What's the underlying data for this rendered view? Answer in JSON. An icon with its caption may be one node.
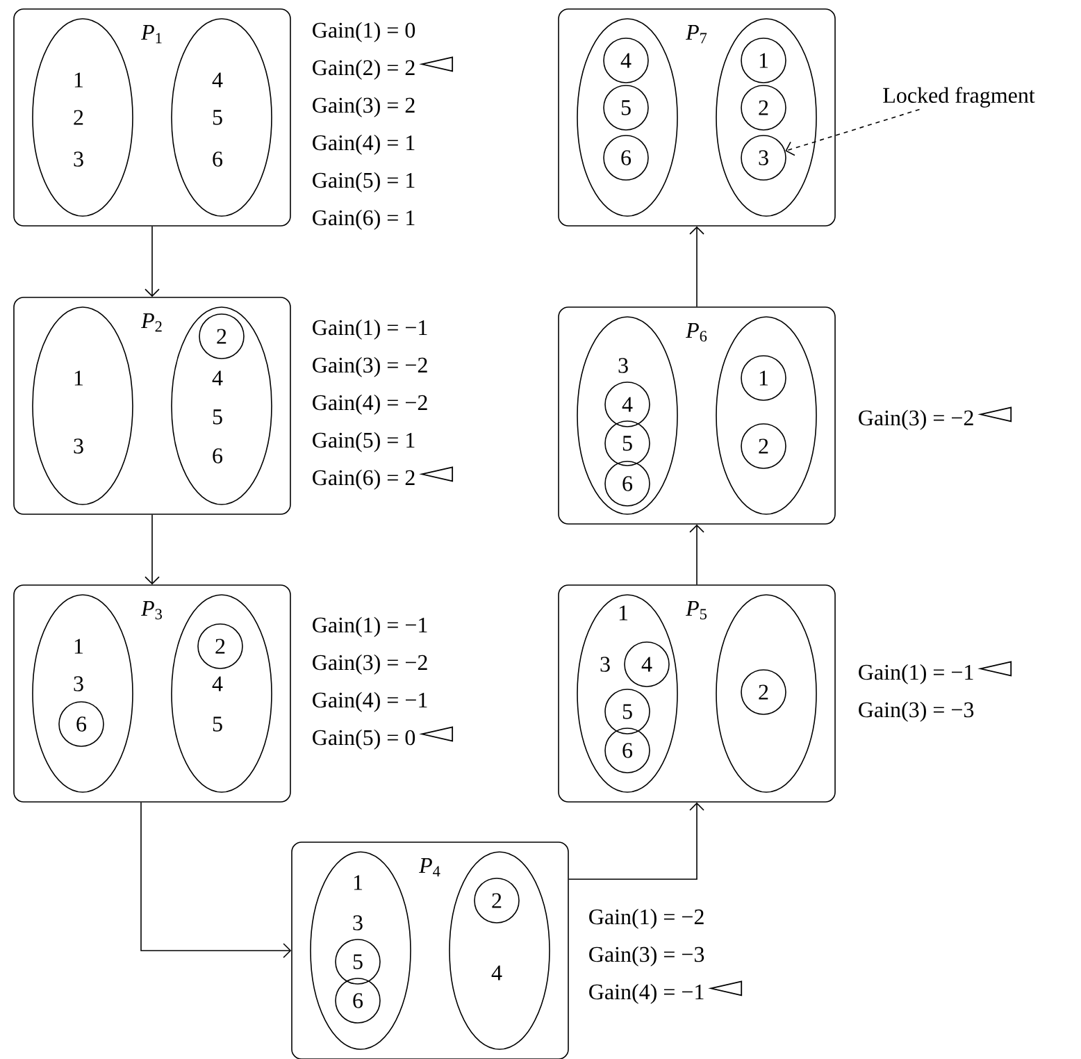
{
  "diagram": {
    "nodes": [
      {
        "text": [
          "*P*$_{1}$"
        ],
        "beside": [
          "Gain(1) = 0",
          "Gain(2) = 2",
          "Gain(3) = 2",
          "Gain(4) = 1",
          "Gain(5) = 1",
          "Gain(6) = 1"
        ]
      },
      {
        "text": [
          "1",
          "2",
          "3"
        ],
        "in": 0
      },
      {
        "text": [
          "4",
          "5",
          "6"
        ],
        "in": 0
      },
      {
        "text": [
          "*P*$_{2}$"
        ],
        "beside": [
          "Gain(1) = −1",
          "Gain(3) = −2",
          "Gain(4) = −2",
          "Gain(5) = 1",
          "Gain(6) = 2"
        ]
      },
      {
        "text": [
          "1",
          "3"
        ],
        "in": 3
      },
      {
        "text": [
          "4",
          "5",
          "6"
        ],
        "in": 3
      },
      {
        "text": [
          "2"
        ],
        "in": 5
      },
      {
        "text": [
          "*P*$_{3}$"
        ],
        "beside": [
          "Gain(1) = −1",
          "Gain(3) = −2",
          "Gain(4) = −1",
          "Gain(5) = 0"
        ]
      },
      {
        "text": [
          "1",
          "3"
        ],
        "in": 7
      },
      {
        "text": [
          "6"
        ],
        "in": 8
      },
      {
        "text": [
          "4",
          "5"
        ],
        "in": 7
      },
      {
        "text": [
          "2"
        ],
        "in": 10
      },
      {
        "text": [
          "*P*$_{4}$"
        ],
        "beside": [
          "Gain(1) = −2",
          "Gain(3) = −3",
          "Gain(4) = −1"
        ]
      },
      {
        "text": [
          "1",
          "3"
        ],
        "in": 12
      },
      {
        "text": [
          "5"
        ],
        "in": 13
      },
      {
        "text": [
          "6"
        ],
        "in": 13
      },
      {
        "text": [
          "4"
        ],
        "in": 12
      },
      {
        "text": [
          "2"
        ],
        "in": 16
      },
      {
        "text": [
          "*P*$_{5}$"
        ],
        "beside": [
          "Gain(1) = −1",
          "Gain(3) = −3"
        ]
      },
      {
        "text": [
          "1",
          "3"
        ],
        "in": 18
      },
      {
        "text": [
          "4"
        ],
        "in": 19
      },
      {
        "text": [
          "5"
        ],
        "in": 19
      },
      {
        "text": [
          "6"
        ],
        "in": 19
      },
      {
        "text": [],
        "shape": "ellipse",
        "in": 18
      },
      {
        "text": [
          "2"
        ],
        "in": 23
      },
      {
        "text": [
          "*P*$_{6}$"
        ],
        "beside": [
          "Gain(3) = −2"
        ]
      },
      {
        "text": [
          "3"
        ],
        "in": 25
      },
      {
        "text": [
          "4"
        ],
        "in": 26
      },
      {
        "text": [
          "5"
        ],
        "in": 26
      },
      {
        "text": [
          "6"
        ],
        "in": 26
      },
      {
        "text": [],
        "shape": "ellipse",
        "in": 25
      },
      {
        "text": [
          "1"
        ],
        "in": 30
      },
      {
        "text": [
          "2"
        ],
        "in": 30
      },
      {
        "text": [
          "*P*$_{7}$"
        ]
      },
      {
        "text": [],
        "shape": "ellipse",
        "in": 33
      },
      {
        "text": [
          "4"
        ],
        "in": 34
      },
      {
        "text": [
          "5"
        ],
        "in": 34
      },
      {
        "text": [
          "6"
        ],
        "in": 34
      },
      {
        "text": [],
        "shape": "ellipse",
        "in": 33
      },
      {
        "text": [
          "1"
        ],
        "in": 38
      },
      {
        "text": [
          "2"
        ],
        "in": 38
      },
      {
        "text": [
          "3"
        ],
        "in": 38
      },
      {
        "text": [
          "Locked fragment"
        ]
      }
    ],
    "edges": [
      {
        "from": 0,
        "to": 3,
        "arrow": "to"
      },
      {
        "from": 3,
        "to": 7,
        "arrow": "to"
      },
      {
        "from": 7,
        "to": 12,
        "arrow": "to"
      },
      {
        "from": 12,
        "to": 18,
        "arrow": "to"
      },
      {
        "from": 18,
        "to": 25,
        "arrow": "to"
      },
      {
        "from": 25,
        "to": 33,
        "arrow": "to"
      },
      {
        "from": 42,
        "to": 41,
        "arrow": "to",
        "style": "dashed"
      }
    ]
  }
}
